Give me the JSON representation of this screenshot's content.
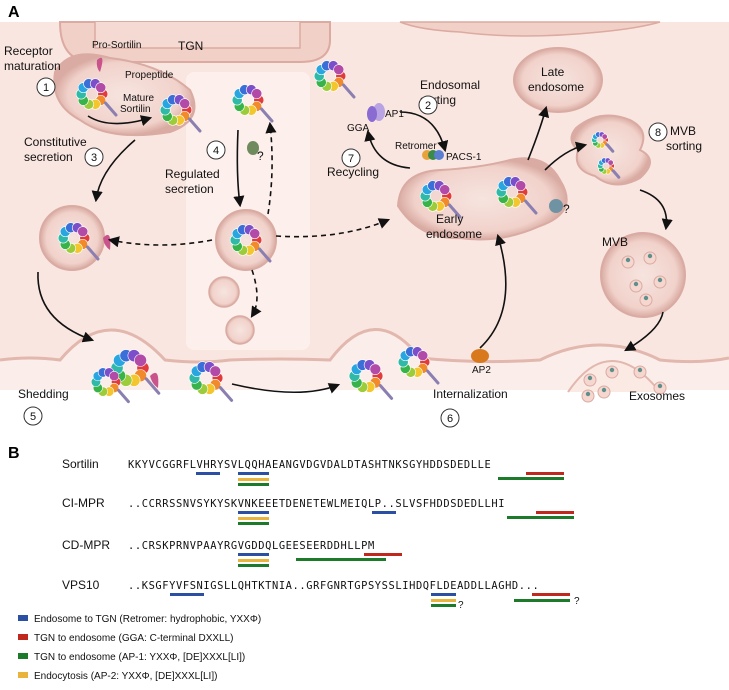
{
  "panel_a": {
    "label": "A",
    "tgn": "TGN",
    "receptor_maturation": [
      "Receptor",
      "maturation"
    ],
    "pro_sortilin": "Pro-Sortilin",
    "propeptide": "Propeptide",
    "mature_sortilin": [
      "Mature",
      "Sortilin"
    ],
    "constitutive_secretion": [
      "Constitutive",
      "secretion"
    ],
    "regulated_secretion": [
      "Regulated",
      "secretion"
    ],
    "question_mark": "?",
    "endosomal_sorting": [
      "Endosomal",
      "sorting"
    ],
    "ap1": "AP1",
    "gga": "GGA",
    "retromer": "Retromer",
    "pacs1": "PACS-1",
    "recycling": "Recycling",
    "early_endosome": [
      "Early",
      "endosome"
    ],
    "late_endosome": [
      "Late",
      "endosome"
    ],
    "mvb_sorting": [
      "MVB",
      "sorting"
    ],
    "mvb": "MVB",
    "exosomes": "Exosomes",
    "shedding": "Shedding",
    "internalization": "Internalization",
    "ap2": "AP2",
    "steps": [
      "1",
      "2",
      "3",
      "4",
      "5",
      "6",
      "7",
      "8"
    ]
  },
  "panel_b": {
    "label": "B",
    "sequences": [
      {
        "name": "Sortilin",
        "seq": "KKYVCGGRFLVHRYSVLQQHAEANGVDGVDALDTASHTNKSGYHDDSDEDLLE"
      },
      {
        "name": "CI-MPR",
        "seq": "..CCRRSSNVSYKYSKVNKEEETDENETEWLMEIQLP..SLVSFHDDSDEDLLHI"
      },
      {
        "name": "CD-MPR",
        "seq": "..CRSKPRNVPAAYRGVGDDQLGEESEERDDHLLPM"
      },
      {
        "name": "VPS10",
        "seq": "..KSGFYVFSNIGSLLQHTKTNIA..GRFGNRTGPSYSSLIHDQFLDEADDLLAGHD..."
      }
    ],
    "uncertain_mark": "?",
    "legend": [
      {
        "label": "Endosome to TGN (Retromer: hydrophobic, YXXΦ)",
        "color": "#2b4fa3"
      },
      {
        "label": "TGN to endosome (GGA: C-terminal DXXLL)",
        "color": "#c0281e"
      },
      {
        "label": "TGN to endosome (AP-1: YXXΦ, [DE]XXXL[LI])",
        "color": "#1c7a2a"
      },
      {
        "label": "Endocytosis (AP-2: YXXΦ, [DE]XXXL[LI])",
        "color": "#e8b43c"
      }
    ]
  }
}
